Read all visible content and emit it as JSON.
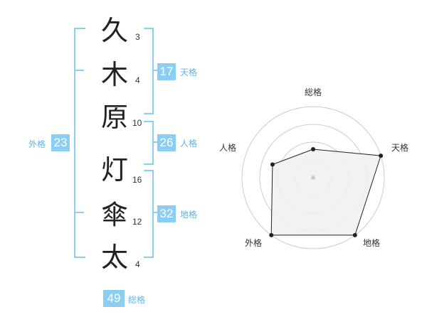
{
  "name_chars": [
    {
      "char": "久",
      "strokes": "3"
    },
    {
      "char": "木",
      "strokes": "4"
    },
    {
      "char": "原",
      "strokes": "10"
    },
    {
      "char": "灯",
      "strokes": "16"
    },
    {
      "char": "傘",
      "strokes": "12"
    },
    {
      "char": "太",
      "strokes": "4"
    }
  ],
  "fortunes": {
    "tenkaku": {
      "value": "17",
      "label": "天格"
    },
    "jinkaku": {
      "value": "26",
      "label": "人格"
    },
    "chikaku": {
      "value": "32",
      "label": "地格"
    },
    "gaikaku": {
      "value": "23",
      "label": "外格"
    },
    "soukaku": {
      "value": "49",
      "label": "総格"
    }
  },
  "chart_data": {
    "type": "radar",
    "axes": [
      "総格",
      "天格",
      "地格",
      "外格",
      "人格"
    ],
    "values": [
      2,
      5,
      5,
      5,
      3
    ],
    "max": 5,
    "rings": 4,
    "colors": {
      "fill": "#f0f0f0",
      "stroke": "#222222",
      "grid": "#cccccc",
      "center": "#cccccc"
    }
  }
}
